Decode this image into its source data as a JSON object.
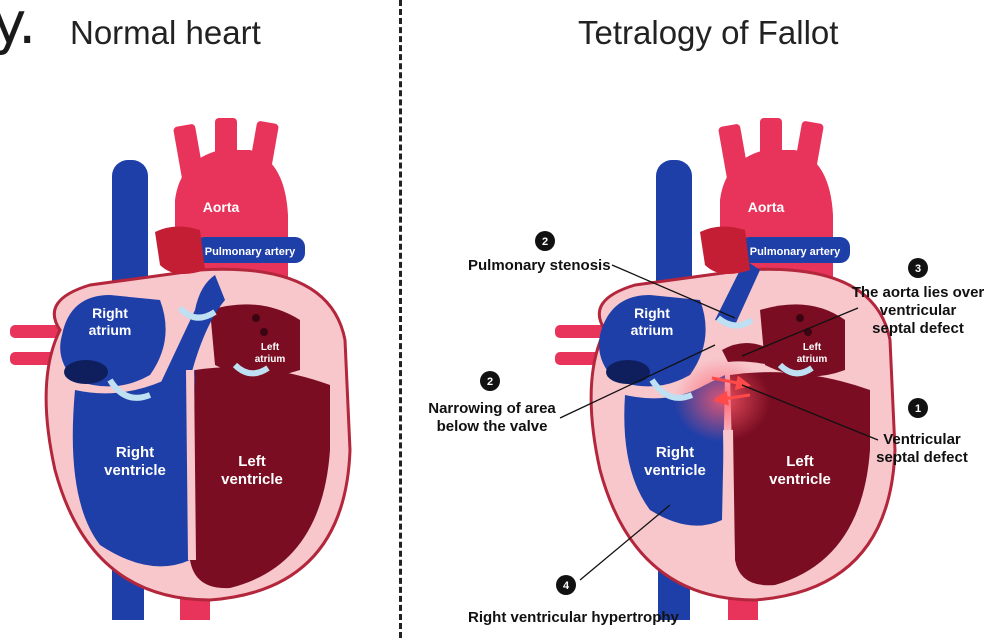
{
  "stray_glyph": "y.",
  "left_panel": {
    "title": "Normal heart",
    "labels": {
      "aorta": "Aorta",
      "pulmonary_artery": "Pulmonary artery",
      "right_atrium_1": "Right",
      "right_atrium_2": "atrium",
      "left_atrium_1": "Left",
      "left_atrium_2": "atrium",
      "right_ventricle_1": "Right",
      "right_ventricle_2": "ventricle",
      "left_ventricle_1": "Left",
      "left_ventricle_2": "ventricle"
    }
  },
  "right_panel": {
    "title": "Tetralogy of Fallot",
    "labels": {
      "aorta": "Aorta",
      "pulmonary_artery": "Pulmonary artery",
      "right_atrium_1": "Right",
      "right_atrium_2": "atrium",
      "left_atrium_1": "Left",
      "left_atrium_2": "atrium",
      "right_ventricle_1": "Right",
      "right_ventricle_2": "ventricle",
      "left_ventricle_1": "Left",
      "left_ventricle_2": "ventricle"
    },
    "annotations": {
      "pulmonary_stenosis": {
        "number": "2",
        "text": "Pulmonary stenosis"
      },
      "aorta_over_vsd": {
        "number": "3",
        "line1": "The aorta lies over",
        "line2": "ventricular",
        "line3": "septal defect"
      },
      "narrowing": {
        "number": "2",
        "line1": "Narrowing of area",
        "line2": "below the valve"
      },
      "vsd": {
        "number": "1",
        "line1": "Ventricular",
        "line2": "septal defect"
      },
      "rvh": {
        "number": "4",
        "text": "Right ventricular hypertrophy"
      }
    }
  },
  "colors": {
    "artery_red": "#e8345a",
    "vein_blue": "#1f3fa8",
    "left_ventricle": "#7a0d22",
    "heart_wall": "#f7c7cc",
    "heart_outline": "#b3263b",
    "valve": "#bfe0f2"
  }
}
